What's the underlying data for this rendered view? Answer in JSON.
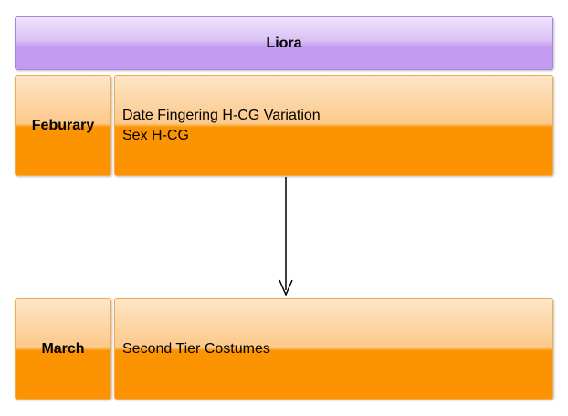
{
  "header": {
    "title": "Liora"
  },
  "rows": [
    {
      "month": "Feburary",
      "lines": [
        "Date Fingering H-CG Variation",
        "Sex H-CG"
      ]
    },
    {
      "month": "March",
      "lines": [
        "Second Tier Costumes"
      ]
    }
  ],
  "colors": {
    "header_fill": "#c39cf2",
    "header_border": "#a984e8",
    "box_fill": "#fb9400",
    "box_border": "#f5a94f",
    "arrow": "#000000"
  }
}
